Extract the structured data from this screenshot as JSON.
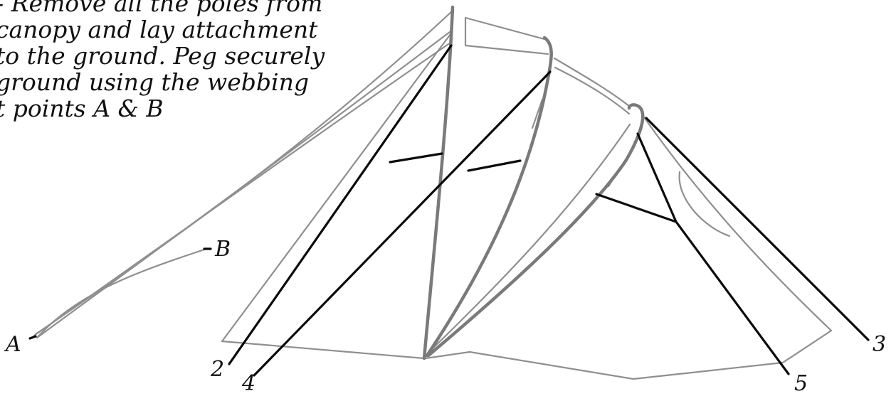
{
  "instruction_lines": [
    "- Remove all the poles from",
    "canopy and lay attachment",
    "to the ground. Peg securely",
    "ground using the webbing",
    "t points A & B"
  ],
  "labels": {
    "a": "A",
    "b": "B",
    "two": "2",
    "three": "3",
    "four": "4",
    "five": "5"
  },
  "colors": {
    "outline": "#8f8f8f",
    "leader": "#0b0b0b",
    "text": "#111111"
  }
}
